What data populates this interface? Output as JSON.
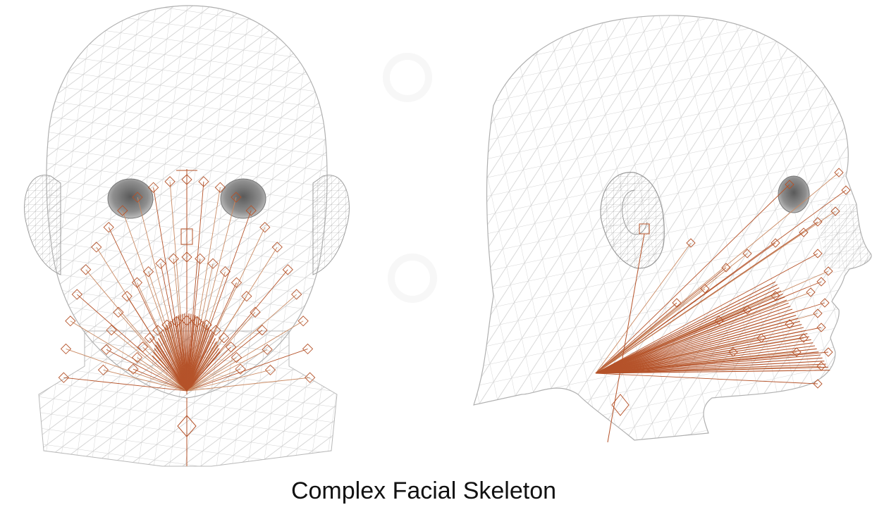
{
  "caption": "Complex Facial Skeleton",
  "colors": {
    "background": "#ffffff",
    "mesh": "#bdbdbd",
    "mesh_dark": "#8a8a8a",
    "eye": "#6e6e6e",
    "bone": "#b5532a",
    "bone_light": "#c98a63",
    "watermark": "#f2f2f2"
  },
  "views": [
    {
      "name": "front-view",
      "description_icon": "front-head-wireframe-icon"
    },
    {
      "name": "side-view",
      "description_icon": "side-head-wireframe-icon"
    }
  ]
}
